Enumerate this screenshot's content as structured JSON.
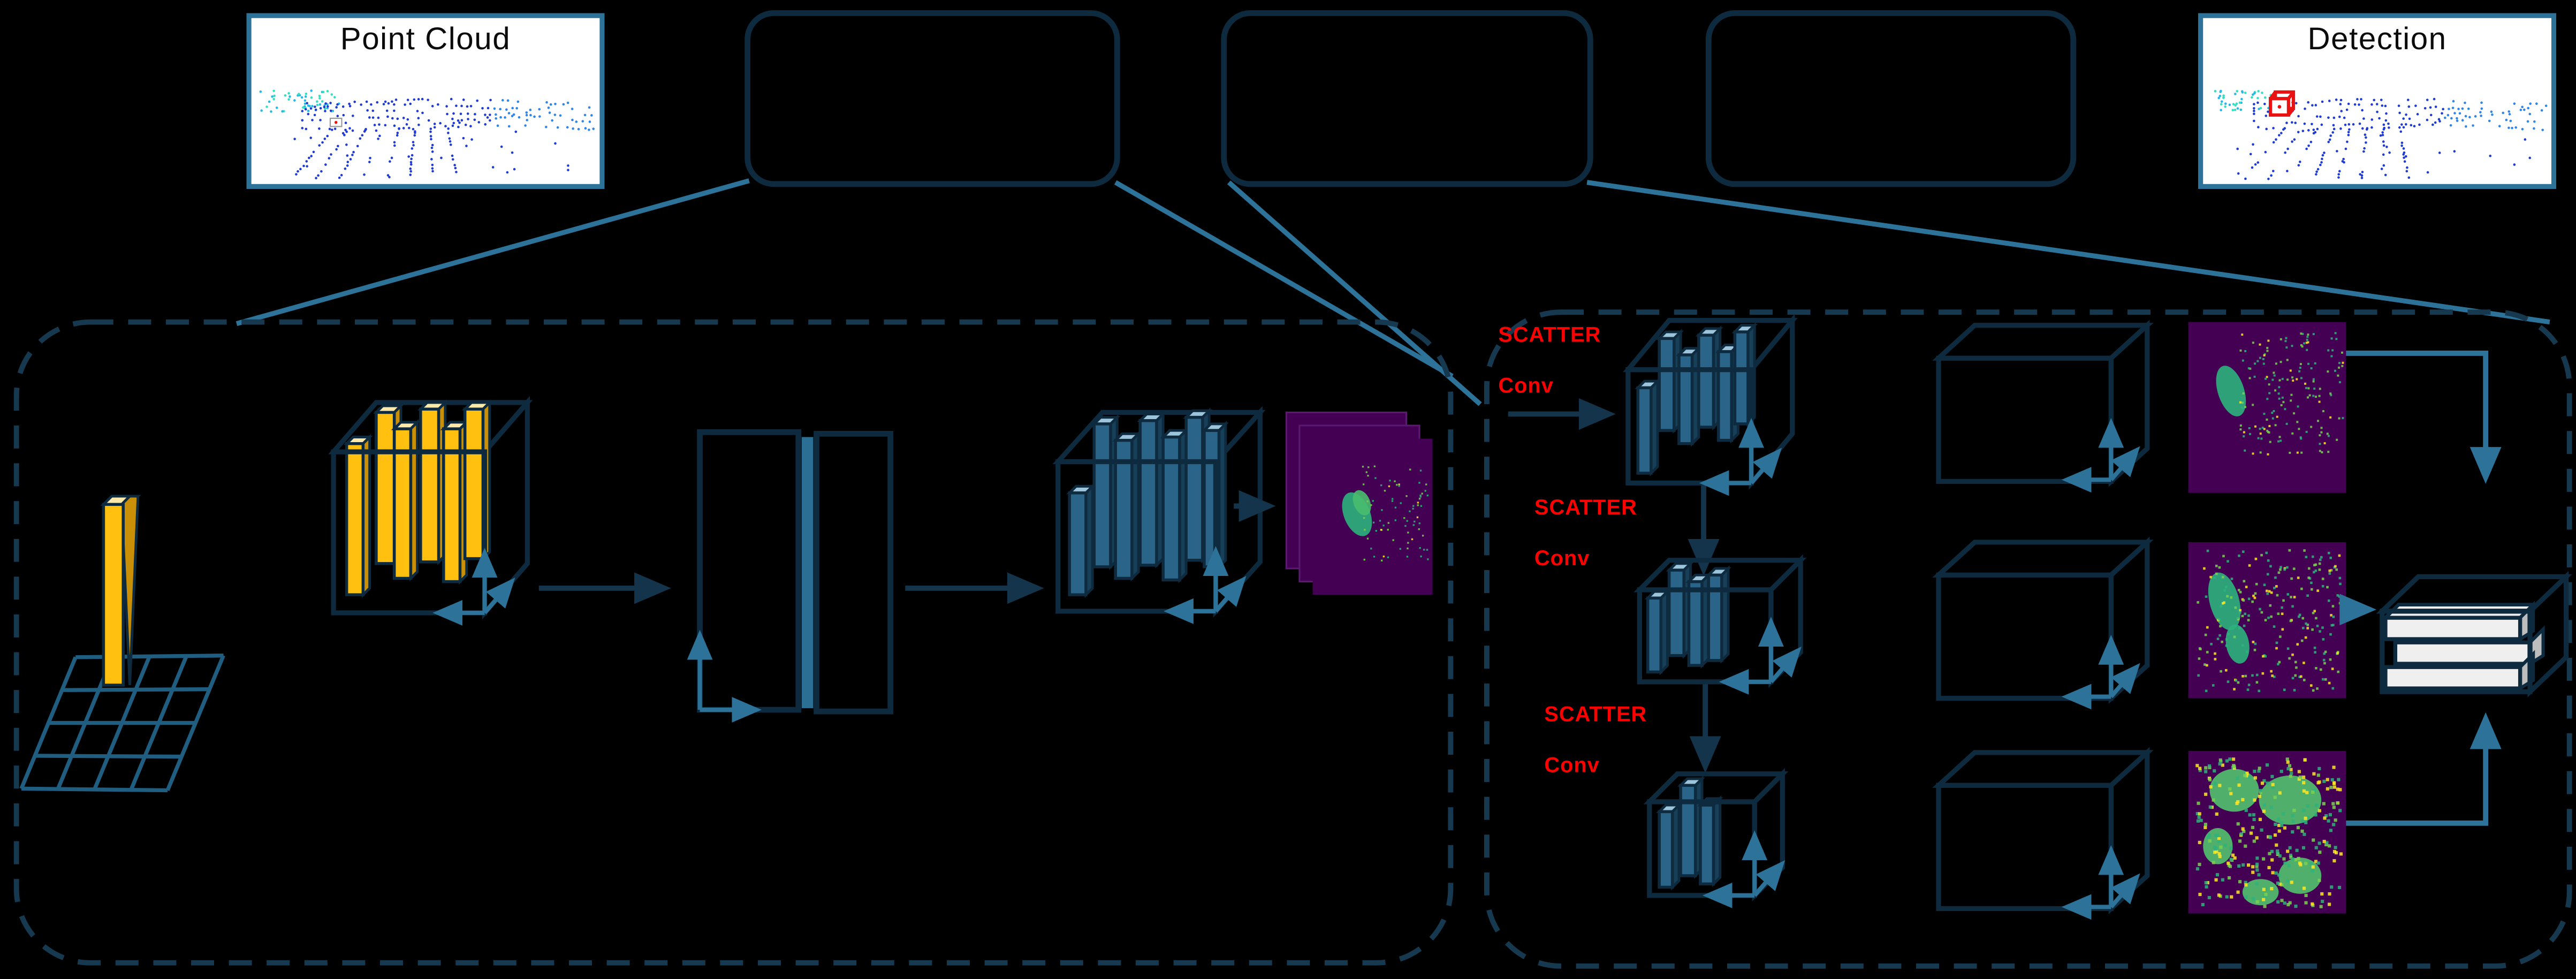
{
  "panels": {
    "point_cloud": {
      "title": "Point Cloud"
    },
    "detection": {
      "title": "Detection"
    }
  },
  "stage_boxes": {
    "count": 3,
    "note": "three empty rounded pipeline stage boxes, no visible text"
  },
  "scatter_conv_blocks": [
    {
      "line1": "SCATTER",
      "line2": "Conv"
    },
    {
      "line1": "SCATTER",
      "line2": "Conv"
    },
    {
      "line1": "SCATTER",
      "line2": "Conv"
    }
  ],
  "icons": {
    "flow-arrow": "right/down pointing triangle arrow",
    "axes-icon": "3D coordinate triad arrows",
    "detection-box-icon": "red 3D bounding box",
    "pillar": "3D vertical bar",
    "feature-map": "viridis BEV heatmap",
    "concat-stack": "stacked white slabs in wireframe box"
  },
  "colors": {
    "background": "#000000",
    "outline_navy": "#0E2A3E",
    "arrow_navy": "#14344C",
    "teal": "#2D7299",
    "dashed_border": "#16394F",
    "yellow": "#FFC010",
    "yellow_side": "#C98F06",
    "yellow_top": "#FFE9A8",
    "blue_pillar": "#2A6488",
    "blue_pillar_side": "#173F57",
    "blue_pillar_top": "#9CC4DA",
    "teal_bar": "#2B7094",
    "red_label": "#FF0000",
    "detection_box_red": "#E81212",
    "map_purple": "#440154",
    "map_green": "#2EB37C",
    "map_green_light": "#7AD151",
    "map_yellow": "#FDE725",
    "panel_white": "#FFFFFF",
    "slab_white": "#EFEFEF",
    "slab_gray": "#BDBDBD",
    "point_blue": "#1F3BD4",
    "point_cyan": "#19C8E0",
    "point_teal_green": "#35E0C0"
  }
}
